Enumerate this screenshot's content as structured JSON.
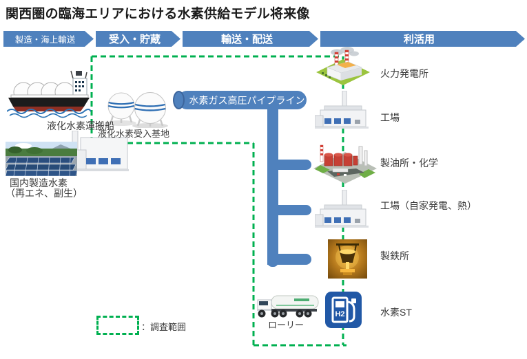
{
  "title": "関西圏の臨海エリアにおける水素供給モデル将来像",
  "process_arrows": [
    {
      "label": "製造・海上輸送"
    },
    {
      "label": "受入・貯蔵"
    },
    {
      "label": "輸送・配送"
    },
    {
      "label": "利活用"
    }
  ],
  "pipeline": {
    "label": "水素ガス高圧パイプライン"
  },
  "supply": {
    "ship_label": "液化水素運搬船",
    "domestic_label_line1": "国内製造水素",
    "domestic_label_line2": "（再エネ、副生）",
    "terminal_label": "液化水素受入基地"
  },
  "transport": {
    "truck_label": "ローリー"
  },
  "utilization": [
    {
      "label": "火力発電所"
    },
    {
      "label": "工場"
    },
    {
      "label": "製油所・化学"
    },
    {
      "label": "工場（自家発電、熱）"
    },
    {
      "label": "製鉄所"
    },
    {
      "label": "水素ST"
    }
  ],
  "station": {
    "h2_text": "H2"
  },
  "legend": {
    "label": "：調査範囲"
  },
  "colors": {
    "accent_blue": "#4F81BD",
    "survey_green": "#00B050",
    "station_blue": "#2158A6"
  }
}
